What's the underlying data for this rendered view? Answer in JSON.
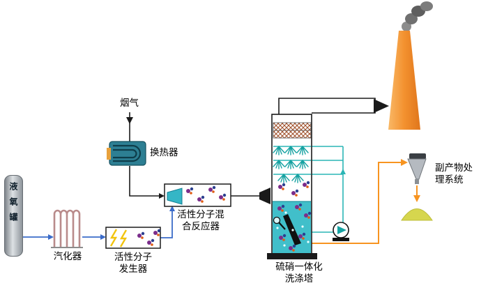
{
  "labels": {
    "tank": "液氧罐",
    "vaporizer": "汽化器",
    "generator": [
      "活性分子",
      "发生器"
    ],
    "flue_gas": "烟气",
    "heat_exchanger": "换热器",
    "reactor": [
      "活性分子混",
      "合反应器"
    ],
    "tower": [
      "硫硝一体化",
      "洗涤塔"
    ],
    "byproduct": [
      "副产物处",
      "理系统"
    ]
  },
  "colors": {
    "oxygen_line": "#3a6bc9",
    "flue_gas_line": "#1a1a1a",
    "circulation_line": "#2ab5b5",
    "byproduct_line": "#f79420",
    "chimney": "#f3912f",
    "tower_liquid": "#41bfca",
    "spray": "#17a2a2",
    "smoke": "#707070",
    "lightning": "#f2c40f",
    "molecule": "#7b2d8b",
    "hatch": "#a0522d",
    "pile": "#d6d64e"
  },
  "icons": {
    "smoke-icon": "gray-ellipse-cluster",
    "chimney-icon": "orange-trapezoid",
    "spray-nozzle-icon": "teal-fan-lines",
    "lightning-icon": "yellow-zigzag",
    "molecule-icon": "colored-dot-cluster",
    "pump-icon": "circle-with-triangle",
    "flow-arrow-icon": "filled-triangle"
  }
}
